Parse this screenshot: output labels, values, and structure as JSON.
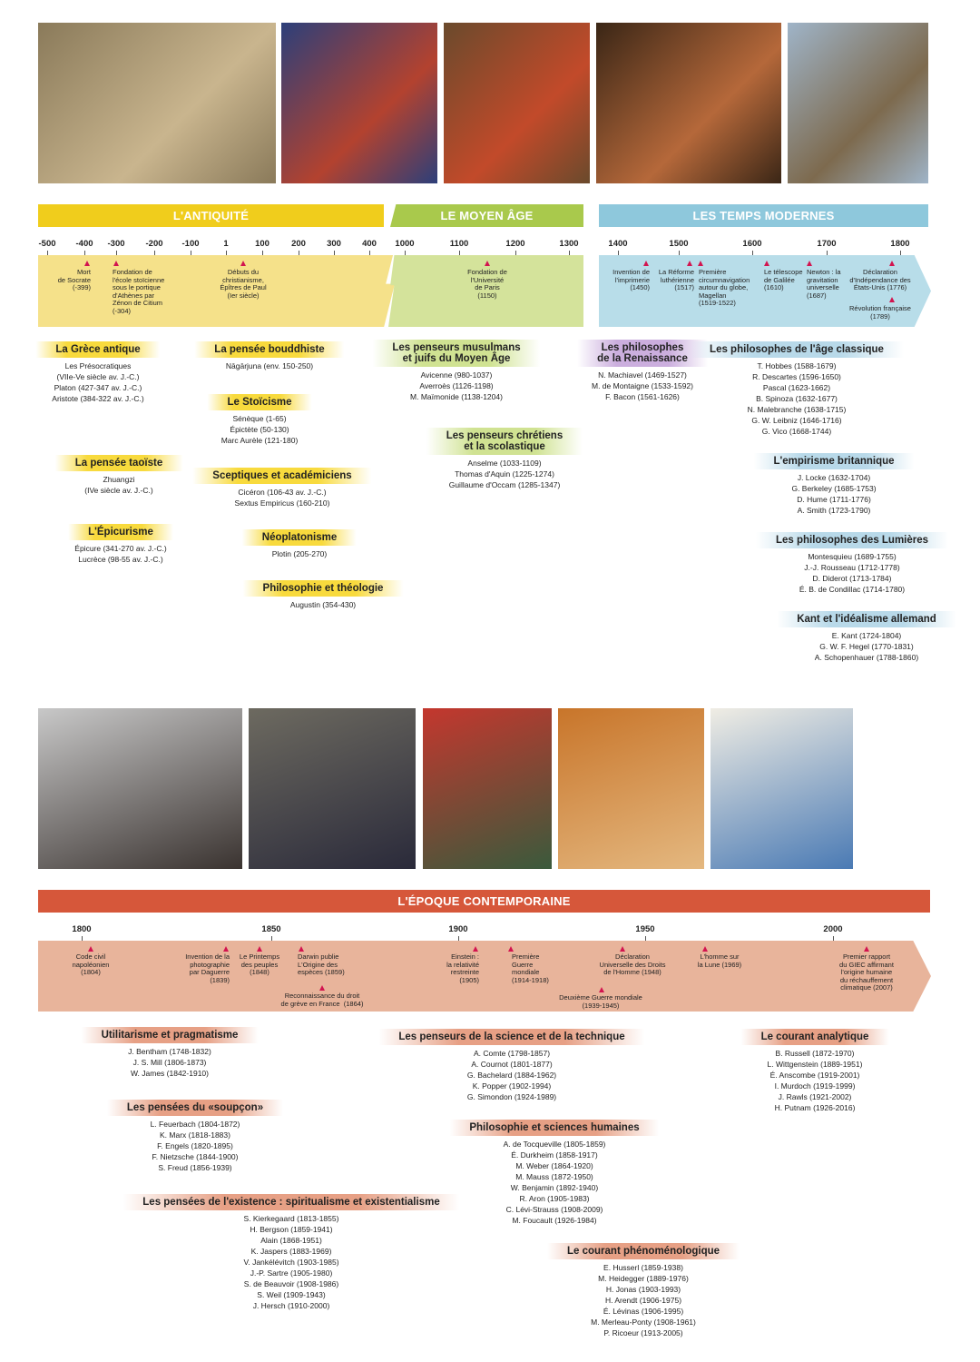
{
  "colors": {
    "antiquity": "#f0cd1c",
    "antiquity_band": "#f5e18a",
    "middle_ages": "#a9c94c",
    "middle_ages_band": "#d4e39b",
    "modern": "#8ec8dc",
    "modern_band": "#b8dde9",
    "contemporary": "#d6573a",
    "contemporary_band": "#e8b49b",
    "marker": "#d2144f"
  },
  "top_images": [
    "philosophers-fresco",
    "medieval-scholar-manuscript",
    "renaissance-scholars-painting",
    "card-players-painting",
    "declaration-rights-allegory"
  ],
  "bottom_images": [
    "wanderer-above-sea-of-fog",
    "scientist-in-laboratory",
    "abstract-painting",
    "senecio-painting",
    "seated-figure-painting"
  ],
  "eras": {
    "antiquity": "L'ANTIQUITÉ",
    "middle_ages": "LE MOYEN ÂGE",
    "modern": "LES TEMPS MODERNES",
    "contemporary": "L'ÉPOQUE CONTEMPORAINE"
  },
  "ticks_top": [
    "-500",
    "-400",
    "-300",
    "-200",
    "-100",
    "1",
    "100",
    "200",
    "300",
    "400",
    "1000",
    "1100",
    "1200",
    "1300",
    "1400",
    "1500",
    "1600",
    "1700",
    "1800"
  ],
  "ticks_bottom": [
    "1800",
    "1850",
    "1900",
    "1950",
    "2000"
  ],
  "events_top": [
    "Mort\nde Socrate\n(-399)",
    "Fondation de\nl'école stoïcienne\nsous le portique\nd'Athènes par\nZénon de Citium\n(-304)",
    "Débuts du\nchristianisme,\nÉpîtres de Paul\n(Ier siècle)",
    "Fondation de\nl'Université\nde Paris\n(1150)",
    "Invention de\nl'imprimerie\n(1450)",
    "La Réforme\nluthérienne\n(1517)",
    "Première\ncircumnavigation\nautour du globe,\nMagellan\n(1519-1522)",
    "Le télescope\nde Galilée\n(1610)",
    "Newton : la\ngravitation\nuniverselle\n(1687)",
    "Déclaration\nd'Indépendance des\nÉtats-Unis (1776)",
    "Révolution française\n(1789)"
  ],
  "events_bottom": [
    "Code civil\nnapoléonien\n(1804)",
    "Invention de la\nphotographie\npar Daguerre\n(1839)",
    "Le Printemps\ndes peuples\n(1848)",
    "Darwin publie\nL'Origine des\nespèces (1859)",
    "Reconnaissance du droit\nde grève en France  (1864)",
    "Einstein :\nla relativité\nrestreinte\n(1905)",
    "Première\nGuerre\nmondiale\n(1914-1918)",
    "Déclaration\nUniverselle des Droits\nde l'Homme (1948)",
    "Deuxième Guerre mondiale\n(1939-1945)",
    "L'homme sur\nla Lune (1969)",
    "Premier rapport\ndu GIEC affirmant\nl'origine humaine\ndu réchauffement\nclimatique (2007)"
  ],
  "groups": [
    {
      "title": "La Grèce antique",
      "items": [
        "Les Présocratiques",
        "(VIIe-Ve siècle av. J.-C.)",
        "Platon (427-347 av. J.-C.)",
        "Aristote (384-322 av. J.-C.)"
      ]
    },
    {
      "title": "La pensée bouddhiste",
      "items": [
        "Nāgārjuna (env. 150-250)"
      ]
    },
    {
      "title": "Le Stoïcisme",
      "items": [
        "Sénèque (1-65)",
        "Épictète (50-130)",
        "Marc Aurèle (121-180)"
      ]
    },
    {
      "title": "La pensée taoïste",
      "items": [
        "Zhuangzi",
        "(IVe siècle av. J.-C.)"
      ]
    },
    {
      "title": "Sceptiques et académiciens",
      "items": [
        "Cicéron (106-43 av. J.-C.)",
        "Sextus Empiricus (160-210)"
      ]
    },
    {
      "title": "L'Épicurisme",
      "items": [
        "Épicure (341-270 av. J.-C.)",
        "Lucrèce (98-55 av. J.-C.)"
      ]
    },
    {
      "title": "Néoplatonisme",
      "items": [
        "Plotin (205-270)"
      ]
    },
    {
      "title": "Philosophie et théologie",
      "items": [
        "Augustin (354-430)"
      ]
    },
    {
      "title": "Les penseurs musulmans\net juifs du Moyen Âge",
      "items": [
        "Avicenne (980-1037)",
        "Averroès (1126-1198)",
        "M. Maïmonide (1138-1204)"
      ]
    },
    {
      "title": "Les penseurs chrétiens\net la scolastique",
      "items": [
        "Anselme (1033-1109)",
        "Thomas d'Aquin (1225-1274)",
        "Guillaume d'Occam (1285-1347)"
      ]
    },
    {
      "title": "Les philosophes\nde la Renaissance",
      "items": [
        "N. Machiavel (1469-1527)",
        "M. de Montaigne (1533-1592)",
        "F. Bacon (1561-1626)"
      ]
    },
    {
      "title": "Les philosophes de l'âge classique",
      "items": [
        "T. Hobbes (1588-1679)",
        "R. Descartes (1596-1650)",
        "Pascal (1623-1662)",
        "B. Spinoza (1632-1677)",
        "N. Malebranche (1638-1715)",
        "G. W. Leibniz (1646-1716)",
        "G. Vico (1668-1744)"
      ]
    },
    {
      "title": "L'empirisme britannique",
      "items": [
        "J. Locke (1632-1704)",
        "G. Berkeley (1685-1753)",
        "D. Hume (1711-1776)",
        "A. Smith (1723-1790)"
      ]
    },
    {
      "title": "Les philosophes des Lumières",
      "items": [
        "Montesquieu (1689-1755)",
        "J.-J. Rousseau (1712-1778)",
        "D. Diderot (1713-1784)",
        "É. B. de Condillac (1714-1780)"
      ]
    },
    {
      "title": "Kant et l'idéalisme allemand",
      "items": [
        "E. Kant (1724-1804)",
        "G. W. F. Hegel (1770-1831)",
        "A. Schopenhauer (1788-1860)"
      ]
    },
    {
      "title": "Utilitarisme et pragmatisme",
      "items": [
        "J. Bentham (1748-1832)",
        "J. S. Mill (1806-1873)",
        "W. James (1842-1910)"
      ]
    },
    {
      "title": "Les pensées du «soupçon»",
      "items": [
        "L. Feuerbach (1804-1872)",
        "K. Marx (1818-1883)",
        "F. Engels (1820-1895)",
        "F. Nietzsche (1844-1900)",
        "S. Freud (1856-1939)"
      ]
    },
    {
      "title": "Les pensées de l'existence : spiritualisme et existentialisme",
      "items": [
        "S. Kierkegaard (1813-1855)",
        "H. Bergson (1859-1941)",
        "Alain (1868-1951)",
        "K. Jaspers (1883-1969)",
        "V. Jankélévitch (1903-1985)",
        "J.-P. Sartre (1905-1980)",
        "S. de Beauvoir (1908-1986)",
        "S. Weil (1909-1943)",
        "J. Hersch (1910-2000)"
      ]
    },
    {
      "title": "Les penseurs de la science et de la technique",
      "items": [
        "A. Comte  (1798-1857)",
        "A. Cournot  (1801-1877)",
        "G. Bachelard (1884-1962)",
        "K. Popper (1902-1994)",
        "G. Simondon (1924-1989)"
      ]
    },
    {
      "title": "Philosophie et sciences humaines",
      "items": [
        "A. de Tocqueville (1805-1859)",
        "É. Durkheim (1858-1917)",
        "M. Weber (1864-1920)",
        "M. Mauss (1872-1950)",
        "W. Benjamin (1892-1940)",
        "R. Aron (1905-1983)",
        "C. Lévi-Strauss  (1908-2009)",
        "M. Foucault (1926-1984)"
      ]
    },
    {
      "title": "Le courant phénoménologique",
      "items": [
        "E. Husserl (1859-1938)",
        "M. Heidegger (1889-1976)",
        "H. Jonas (1903-1993)",
        "H. Arendt (1906-1975)",
        "É. Lévinas (1906-1995)",
        "M. Merleau-Ponty (1908-1961)",
        "P. Ricoeur (1913-2005)"
      ]
    },
    {
      "title": "Le courant analytique",
      "items": [
        "B. Russell (1872-1970)",
        "L. Wittgenstein (1889-1951)",
        "É. Anscombe (1919-2001)",
        "I. Murdoch (1919-1999)",
        "J. Rawls (1921-2002)",
        "H. Putnam (1926-2016)"
      ]
    }
  ]
}
